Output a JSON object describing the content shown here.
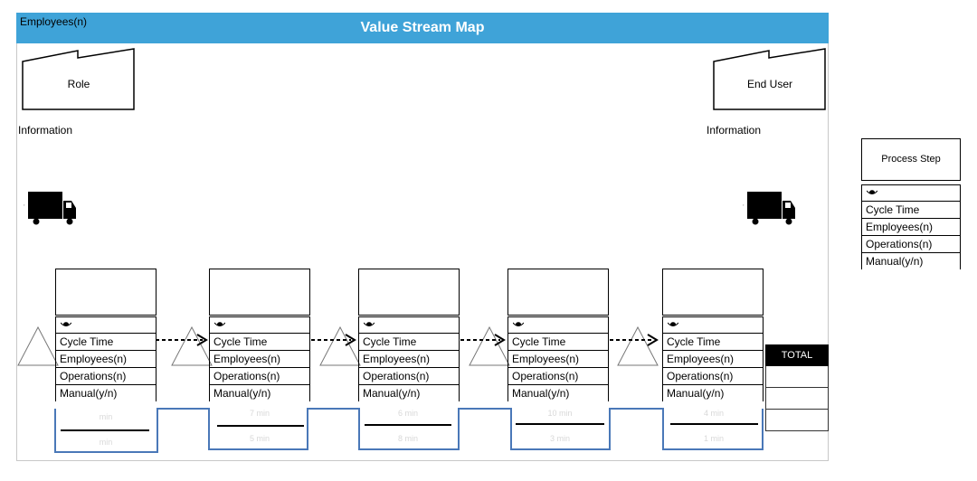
{
  "header": {
    "left_label": "Employees(n)",
    "title": "Value Stream Map"
  },
  "supplier": {
    "label": "Role",
    "info_label": "Information"
  },
  "customer": {
    "label": "End User",
    "info_label": "Information"
  },
  "truck_left_mark": ",",
  "truck_right_mark": ",",
  "attributes": [
    "Cycle Time",
    "Employees(n)",
    "Operations(n)",
    "Manual(y/n)"
  ],
  "steps": [
    {
      "top_time": "min",
      "bottom_time": "min"
    },
    {
      "top_time": "7 min",
      "bottom_time": "5 min"
    },
    {
      "top_time": "6 min",
      "bottom_time": "8 min"
    },
    {
      "top_time": "10 min",
      "bottom_time": "3 min"
    },
    {
      "top_time": "4 min",
      "bottom_time": "1 min"
    }
  ],
  "total": {
    "label": "TOTAL"
  },
  "legend": {
    "title": "Process Step",
    "attributes": [
      "Cycle Time",
      "Employees(n)",
      "Operations(n)",
      "Manual(y/n)"
    ]
  },
  "colors": {
    "header": "#3fa3d8",
    "timeline": "#4a78b8",
    "inventory": "#777777"
  },
  "icons": [
    "factory-icon",
    "truck-icon",
    "eye-icon",
    "inventory-triangle-icon",
    "push-arrow-icon"
  ]
}
